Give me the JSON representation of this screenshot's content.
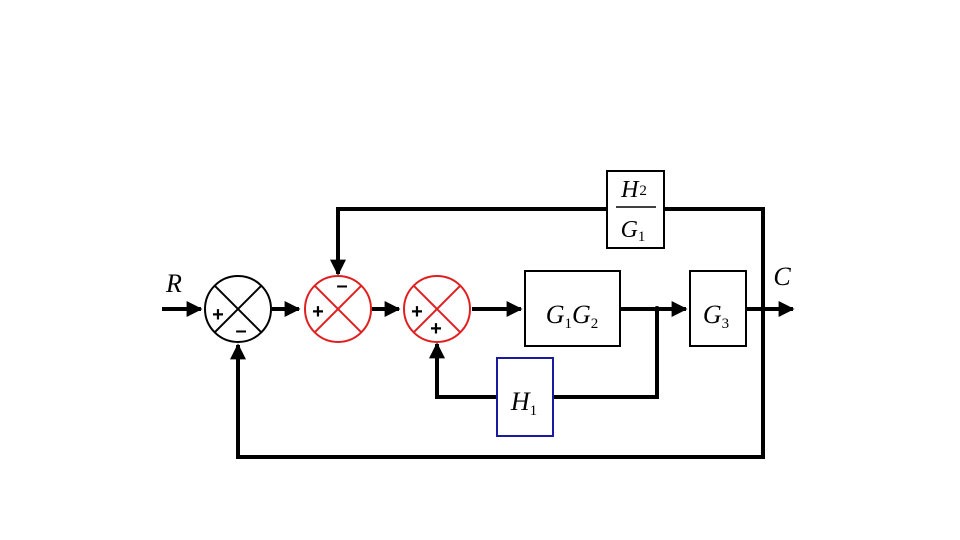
{
  "signals": {
    "input": "R",
    "output": "C"
  },
  "blocks": {
    "forward_1": {
      "base1": "G",
      "sub1": "1",
      "base2": "G",
      "sub2": "2"
    },
    "forward_2": {
      "base": "G",
      "sub": "3"
    },
    "feedback_inner": {
      "base": "H",
      "sub": "1"
    },
    "feedback_outer_fraction": {
      "num_base": "H",
      "num_sub": "2",
      "den_base": "G",
      "den_sub": "1"
    }
  },
  "summing_junctions": [
    {
      "id": "sum-1",
      "left_sign": "+",
      "bottom_sign": "–"
    },
    {
      "id": "sum-2",
      "left_sign": "+",
      "top_sign": "–"
    },
    {
      "id": "sum-3",
      "left_sign": "+",
      "bottom_sign": "+"
    }
  ],
  "colors": {
    "line": "#000000",
    "sum_1": "#000000",
    "sum_highlight": "#e02020",
    "h1_block": "#1a1aa0"
  }
}
